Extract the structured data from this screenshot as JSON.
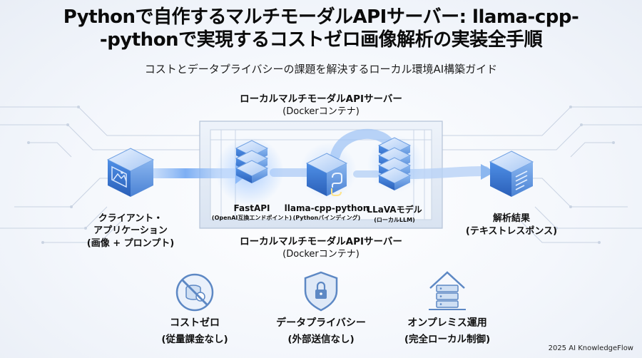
{
  "title_line1": "Pythonで自作するマルチモーダルAPIサーバー: llama-cpp-",
  "title_line2": "-pythonで実現するコストゼロ画像解析の実装全手順",
  "subtitle": "コストとデータプライバシーの課題を解決するローカル環境AI構築ガイド",
  "server_header_top": {
    "title": "ローカルマルチモーダルAPIサーバー",
    "sub": "(Dockerコンテナ)"
  },
  "server_header_bottom": {
    "title": "ローカルマルチモーダルAPIサーバー",
    "sub": "(Dockerコンテナ)"
  },
  "client": {
    "line1": "クライアント・",
    "line2": "アプリケーション",
    "sub": "(画像 + プロンプト)",
    "icon": "image-cube-icon"
  },
  "components": [
    {
      "name": "FastAPI",
      "sub": "(OpenAI互換エンドポイント)",
      "icon": "server-stack-icon"
    },
    {
      "name": "llama-cpp-python",
      "sub": "(Pythonバインディング)",
      "icon": "python-cube-icon"
    },
    {
      "name": "LLaVAモデル",
      "sub": "(ローカルLLM)",
      "icon": "model-stack-icon"
    }
  ],
  "output": {
    "name": "解析結果",
    "sub": "(テキストレスポンス)",
    "icon": "document-cube-icon"
  },
  "features": [
    {
      "name": "コストゼロ",
      "sub": "(従量課金なし)",
      "icon": "no-coins-icon"
    },
    {
      "name": "データプライバシー",
      "sub": "(外部送信なし)",
      "icon": "shield-lock-icon"
    },
    {
      "name": "オンプレミス運用",
      "sub": "(完全ローカル制御)",
      "icon": "server-house-icon"
    }
  ],
  "footer": "2025 AI KnowledgeFlow",
  "colors": {
    "accent": "#3a7bdc",
    "accent_light": "#9ec4f5",
    "container": "#dde6f3"
  }
}
